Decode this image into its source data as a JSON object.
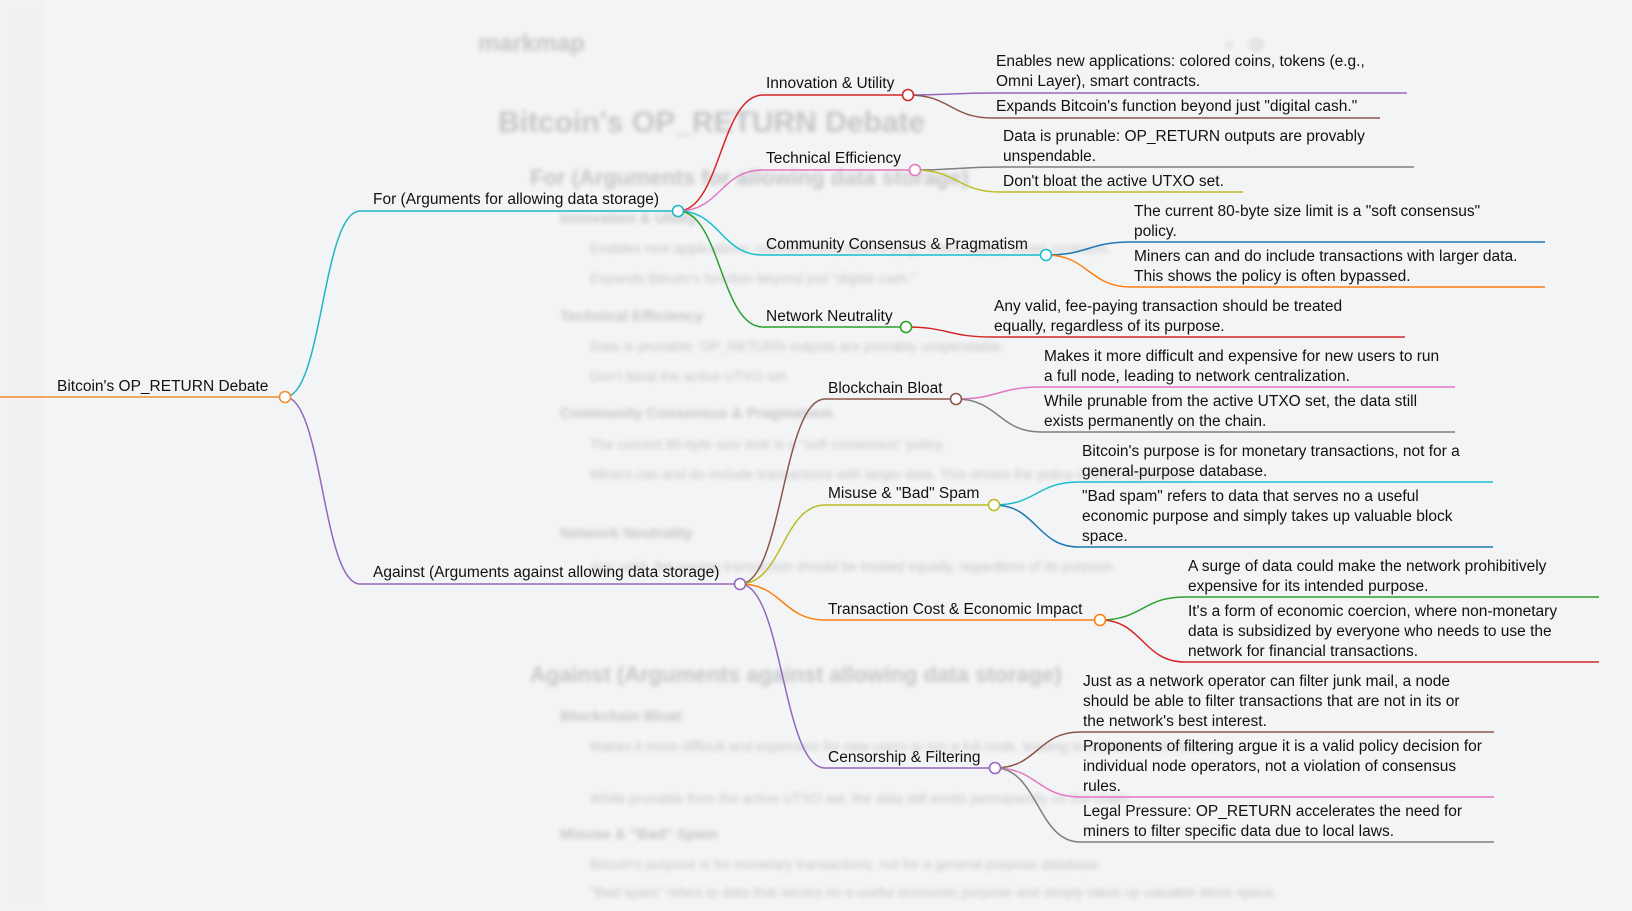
{
  "background_document": {
    "brand": "markmap",
    "title": "Bitcoin's OP_RETURN Debate",
    "section_for": "For (Arguments for allowing data storage)",
    "section_against": "Against (Arguments against allowing data storage)",
    "sub_headings": [
      "Innovation & Utility",
      "Technical Efficiency",
      "Community Consensus & Pragmatism",
      "Network Neutrality",
      "Blockchain Bloat",
      "Misuse & \"Bad\" Spam"
    ],
    "bullets": [
      "Enables new applications: colored coins, tokens (e.g., Omni Layer), smart contracts.",
      "Expands Bitcoin's function beyond just \"digital cash.\"",
      "Data is prunable: OP_RETURN outputs are provably unspendable.",
      "Don't bloat the active UTXO set.",
      "The current 80-byte size limit is a \"soft consensus\" policy.",
      "Miners can and do include transactions with larger data. This shows the policy is often bypassed.",
      "Any valid, fee-paying transaction should be treated equally, regardless of its purpose.",
      "Makes it more difficult and expensive for new users to run a full node, leading to network centralization.",
      "While prunable from the active UTXO set, the data still exists permanently on the chain.",
      "Bitcoin's purpose is for monetary transactions, not for a general-purpose database.",
      "\"Bad spam\" refers to data that serves no a useful economic purpose and simply takes up valuable block space."
    ]
  },
  "mindmap": {
    "root": "Bitcoin's OP_RETURN Debate",
    "branches": [
      {
        "label": "For (Arguments for allowing data storage)",
        "children": [
          {
            "label": "Innovation & Utility",
            "leaves": [
              "Enables new applications: colored coins, tokens (e.g., Omni Layer), smart contracts.",
              "Expands Bitcoin's function beyond just \"digital cash.\""
            ]
          },
          {
            "label": "Technical Efficiency",
            "leaves": [
              "Data is prunable: OP_RETURN outputs are provably unspendable.",
              "Don't bloat the active UTXO set."
            ]
          },
          {
            "label": "Community Consensus & Pragmatism",
            "leaves": [
              "The current 80-byte size limit is a \"soft consensus\" policy.",
              "Miners can and do include transactions with larger data. This shows the policy is often bypassed."
            ]
          },
          {
            "label": "Network Neutrality",
            "leaves": [
              "Any valid, fee-paying transaction should be treated equally, regardless of its purpose."
            ]
          }
        ]
      },
      {
        "label": "Against (Arguments against allowing data storage)",
        "children": [
          {
            "label": "Blockchain Bloat",
            "leaves": [
              "Makes it more difficult and expensive for new users to run a full node, leading to network centralization.",
              "While prunable from the active UTXO set, the data still exists permanently on the chain."
            ]
          },
          {
            "label": "Misuse & \"Bad\" Spam",
            "leaves": [
              "Bitcoin's purpose is for monetary transactions, not for a general-purpose database.",
              "\"Bad spam\" refers to data that serves no a useful economic purpose and simply takes up valuable block space."
            ]
          },
          {
            "label": "Transaction Cost & Economic Impact",
            "leaves": [
              "A surge of data could make the network prohibitively expensive for its intended purpose.",
              "It's a form of economic coercion, where non-monetary data is subsidized by everyone who needs to use the network for financial transactions."
            ]
          },
          {
            "label": "Censorship & Filtering",
            "leaves": [
              "Just as a network operator can filter junk mail, a node should be able to filter transactions that are not in its or the network's best interest.",
              "Proponents of filtering argue it is a valid policy decision for individual node operators, not a violation of consensus rules.",
              "Legal Pressure: OP_RETURN accelerates the need for miners to filter specific data due to local laws."
            ]
          }
        ]
      }
    ]
  },
  "colors": {
    "root": "#f28e2b",
    "for": "#1fb6c4",
    "against": "#9467bd",
    "innovation": "#d62728",
    "technical": "#e377c2",
    "consensus": "#17becf",
    "neutrality": "#2ca02c",
    "bloat": "#8c564b",
    "spam": "#bcbd22",
    "cost": "#ff7f0e",
    "censorship": "#9467bd",
    "leaf_purple": "#9467bd",
    "leaf_brown": "#8c564b",
    "leaf_gray": "#7f7f7f",
    "leaf_olive": "#bcbd22",
    "leaf_blue": "#1f77b4",
    "leaf_orange": "#ff7f0e",
    "leaf_red": "#d62728",
    "leaf_pink": "#e377c2",
    "leaf_cyan": "#17becf",
    "leaf_green": "#2ca02c"
  }
}
